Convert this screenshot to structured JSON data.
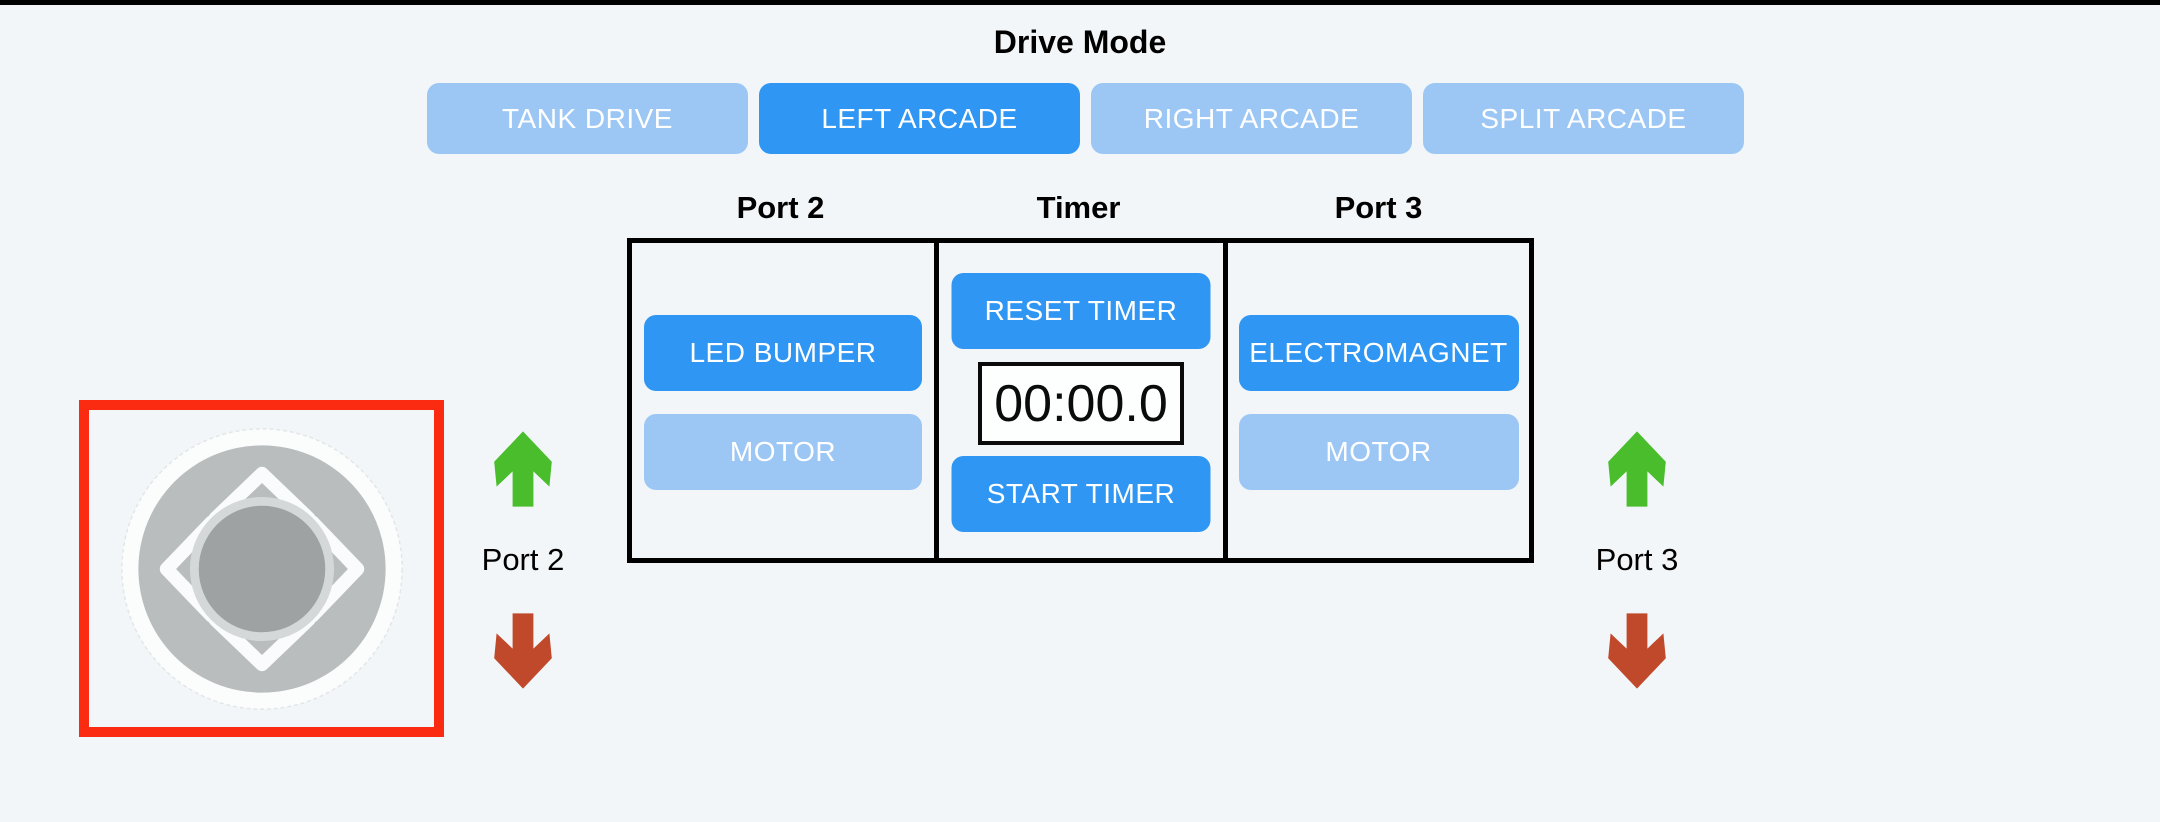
{
  "title": "Drive Mode",
  "drive_modes": [
    {
      "label": "TANK DRIVE",
      "active": false
    },
    {
      "label": "LEFT ARCADE",
      "active": true
    },
    {
      "label": "RIGHT ARCADE",
      "active": false
    },
    {
      "label": "SPLIT ARCADE",
      "active": false
    }
  ],
  "panel": {
    "port2": {
      "header": "Port 2",
      "device_button": "LED BUMPER",
      "motor_button": "MOTOR",
      "device_active": true,
      "motor_active": false
    },
    "timer": {
      "header": "Timer",
      "reset_button": "RESET TIMER",
      "display_value": "00:00.0",
      "start_button": "START TIMER"
    },
    "port3": {
      "header": "Port 3",
      "device_button": "ELECTROMAGNET",
      "motor_button": "MOTOR",
      "device_active": true,
      "motor_active": false
    }
  },
  "indicators": {
    "left": {
      "label": "Port 2"
    },
    "right": {
      "label": "Port 3"
    }
  },
  "joystick": {
    "selected": true
  },
  "colors": {
    "background": "#F2F6F8",
    "active_button": "#2F96F3",
    "inactive_button": "#9CC7F5",
    "button_text": "#FFFFFF",
    "selection_border": "#FB2B12",
    "up_arrow_green": "#49BD2B",
    "down_arrow_red": "#C1492B",
    "top_bar": "#000000"
  }
}
